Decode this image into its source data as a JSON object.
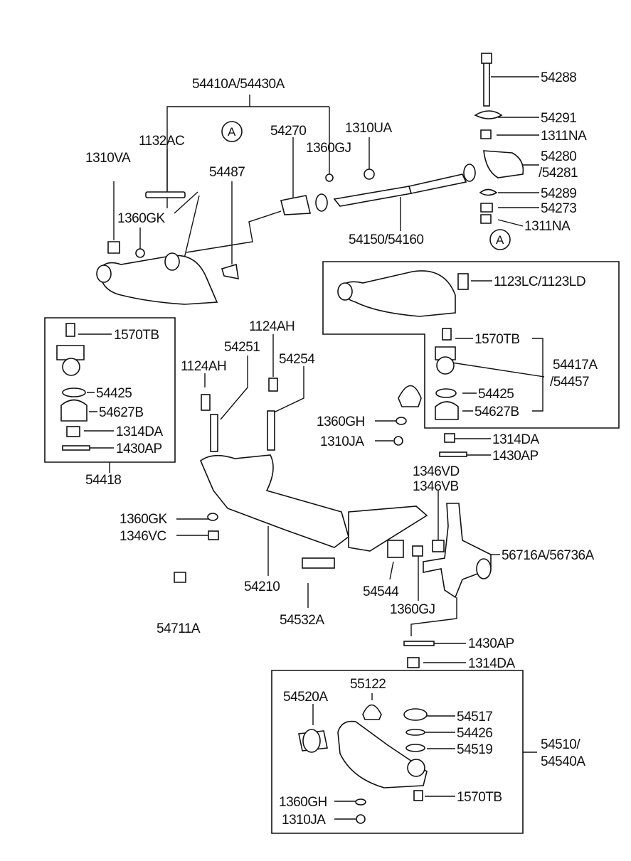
{
  "labels": {
    "l54410A": "54410A/54430A",
    "l1132AC": "1132AC",
    "l1310VA": "1310VA",
    "lA1": "A",
    "l54487": "54487",
    "l54270": "54270",
    "l1360GJ_top": "1360GJ",
    "l1310UA": "1310UA",
    "l1360GK_top": "1360GK",
    "l54150": "54150/54160",
    "l54288": "54288",
    "l54291": "54291",
    "l1311NA_a": "1311NA",
    "l54280": "54280",
    "l54281": "/54281",
    "l54289": "54289",
    "l54273": "54273",
    "l1311NA_b": "1311NA",
    "lA2": "A",
    "l1123LC": "1123LC/1123LD",
    "l1570TB_r": "1570TB",
    "l54417A": "54417A",
    "l54457": "/54457",
    "l54425_r": "54425",
    "l54627B_r": "54627B",
    "l1314DA_r": "1314DA",
    "l1430AP_r": "1430AP",
    "l1570TB_l": "1570TB",
    "l54425_l": "54425",
    "l54627B_l": "54627B",
    "l1314DA_l": "1314DA",
    "l1430AP_l": "1430AP",
    "l54418": "54418",
    "l1124AH_a": "1124AH",
    "l1124AH_b": "1124AH",
    "l54251": "54251",
    "l54254": "54254",
    "l1360GH_m": "1360GH",
    "l1310JA_m": "1310JA",
    "l1346VD": "1346VD",
    "l1346VB": "1346VB",
    "l1360GK_m": "1360GK",
    "l1346VC": "1346VC",
    "l54210": "54210",
    "l54711A": "54711A",
    "l54532A": "54532A",
    "l54544": "54544",
    "l1360GJ_b": "1360GJ",
    "l56716A": "56716A/56736A",
    "l1430AP_b": "1430AP",
    "l1314DA_b": "1314DA",
    "l54520A": "54520A",
    "l55122": "55122",
    "l54517": "54517",
    "l54426": "54426",
    "l54519": "54519",
    "l54510": "54510/",
    "l54540A": "54540A",
    "l1570TB_b": "1570TB",
    "l1360GH_b": "1360GH",
    "l1310JA_b": "1310JA"
  }
}
